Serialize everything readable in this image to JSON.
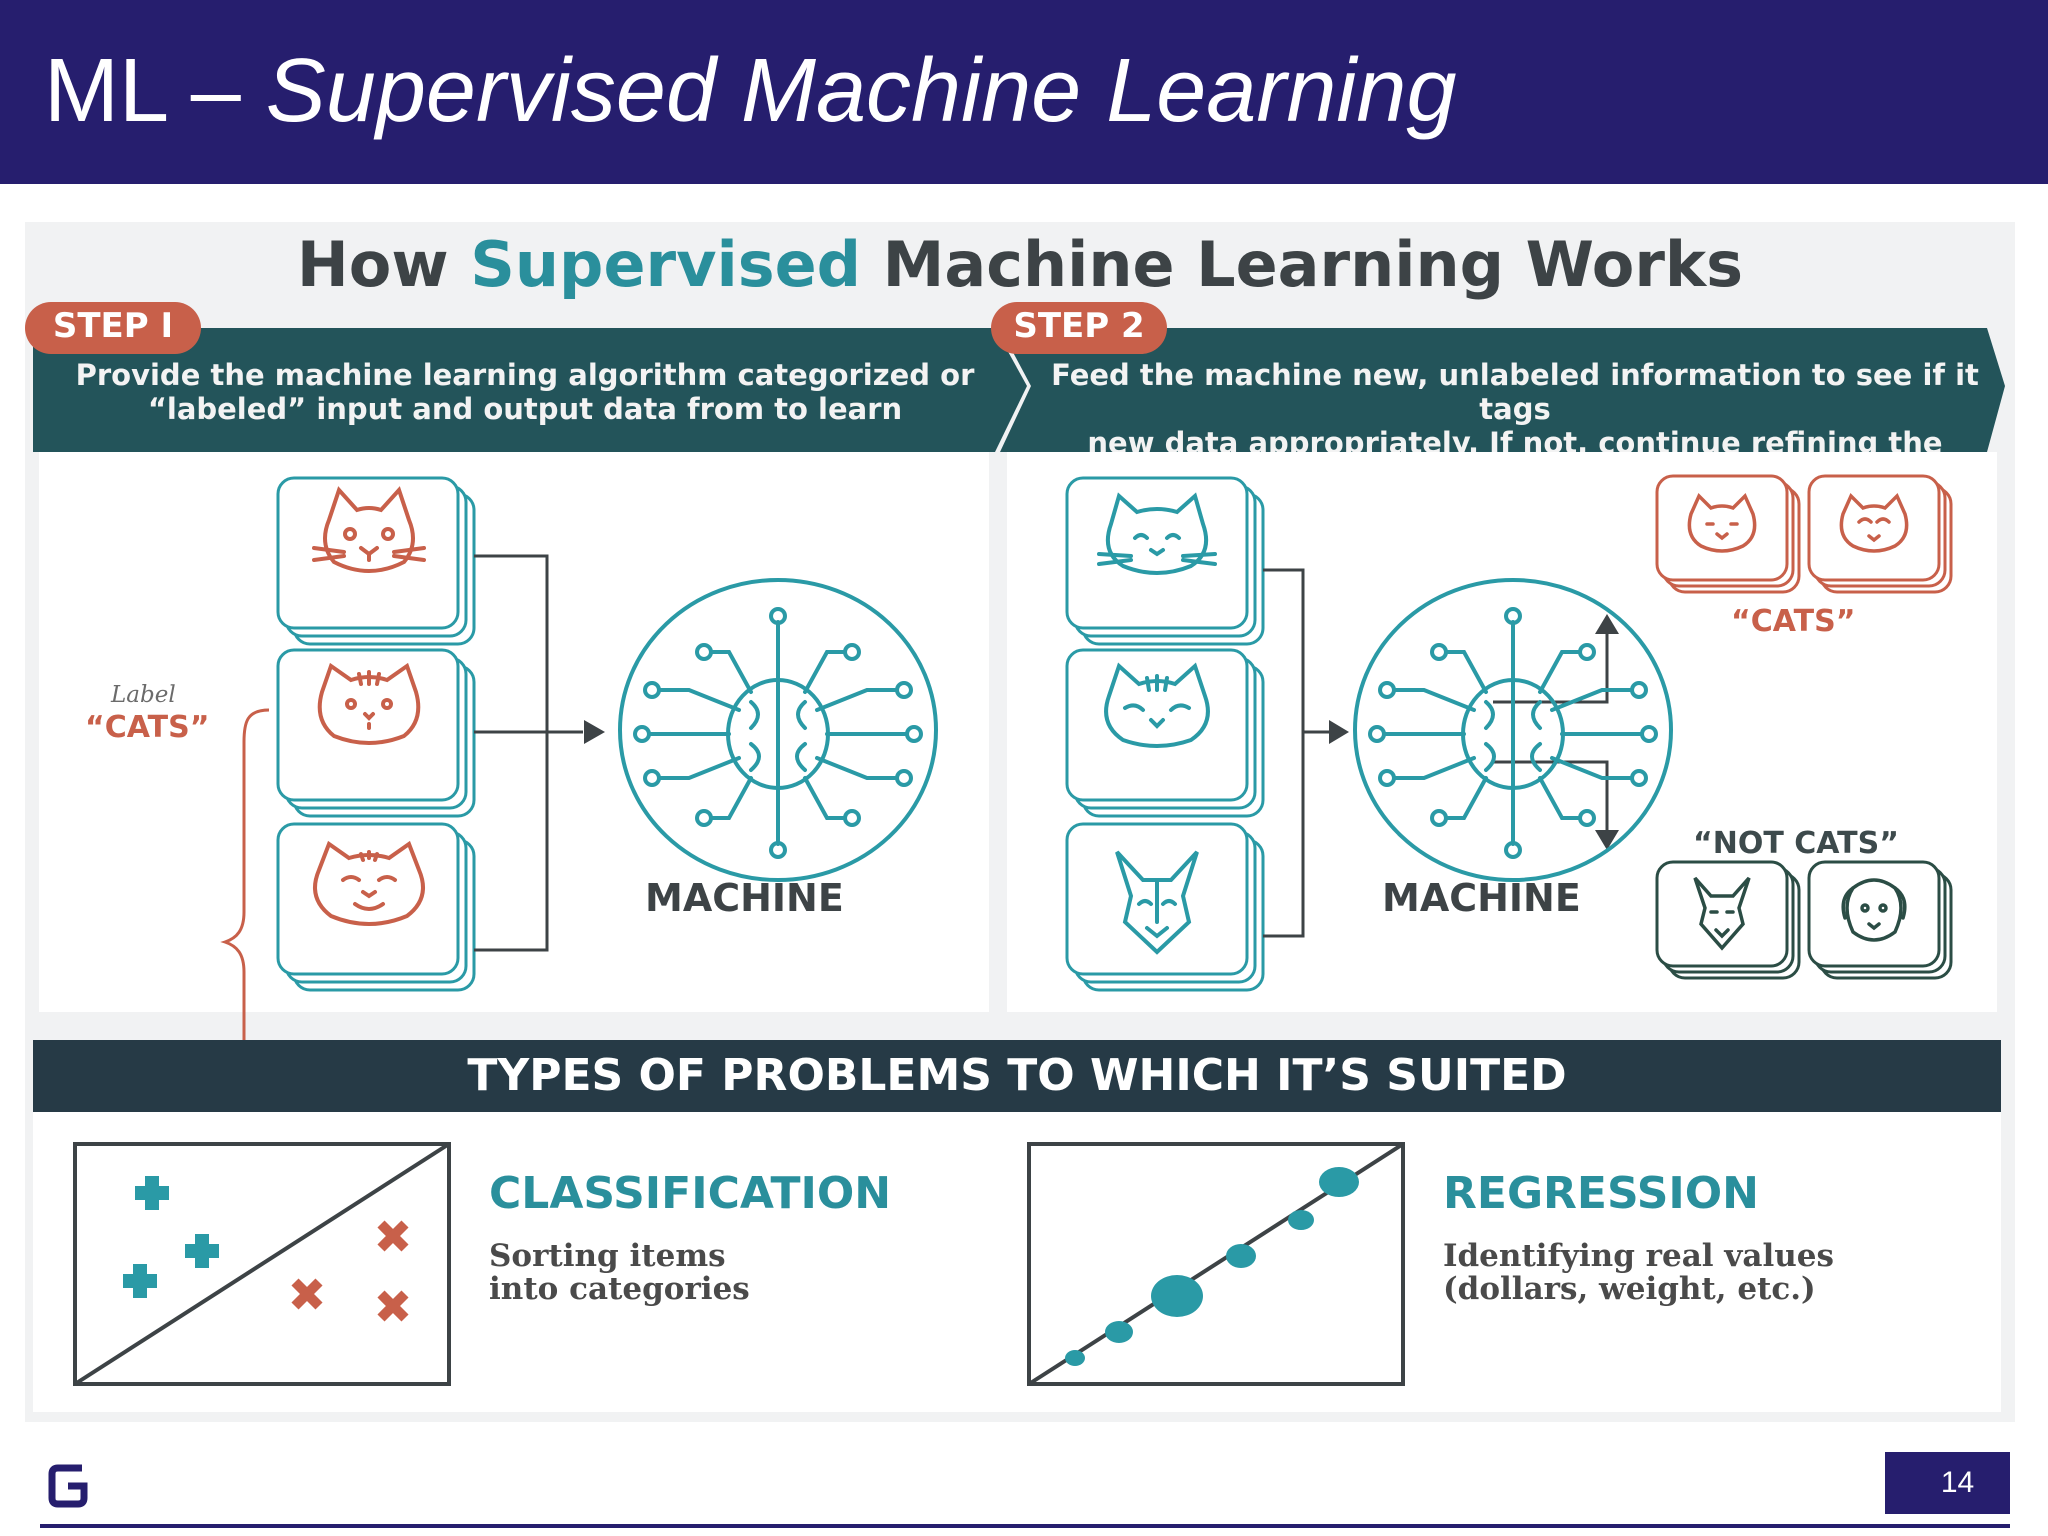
{
  "slide": {
    "title_prefix": "ML – ",
    "title_italic": "Supervised Machine Learning",
    "page_number": "14",
    "logo": "G"
  },
  "infographic": {
    "title_start": "How ",
    "title_accent": "Supervised",
    "title_end": " Machine Learning Works",
    "step1": {
      "pill": "STEP I",
      "line1": "Provide the machine learning algorithm categorized or",
      "line2": "“labeled” input and output data from to learn",
      "label_small": "Label",
      "label_cats": "“CATS”",
      "machine": "MACHINE"
    },
    "step2": {
      "pill": "STEP 2",
      "line1": "Feed the machine new, unlabeled information to see if it tags",
      "line2": "new data appropriately. If not, continue refining the algorithm",
      "cats": "“CATS”",
      "not_cats": "“NOT CATS”",
      "machine": "MACHINE"
    },
    "types_title": "TYPES OF PROBLEMS TO WHICH IT’S SUITED",
    "classification": {
      "heading": "CLASSIFICATION",
      "line1": "Sorting items",
      "line2": "into categories"
    },
    "regression": {
      "heading": "REGRESSION",
      "line1": "Identifying real values",
      "line2": "(dollars, weight, etc.)"
    }
  },
  "colors": {
    "header": "#261e6e",
    "teal": "#2a9aa6",
    "orange": "#c8604a",
    "banner": "#23545a",
    "dark": "#263a46"
  }
}
